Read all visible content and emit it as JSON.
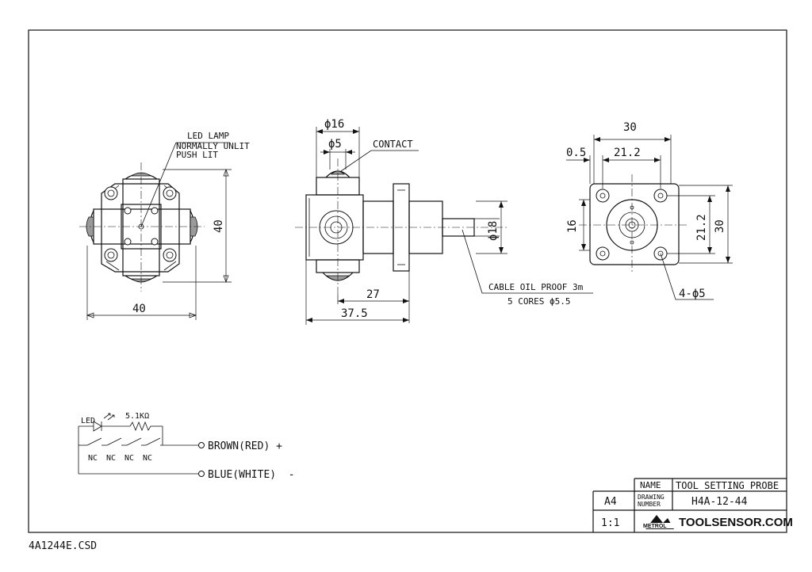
{
  "drawing": {
    "front_view": {
      "note_line1": "LED LAMP",
      "note_line2": "NORMALLY UNLIT",
      "note_line3": "PUSH LIT",
      "width_dim": "40",
      "height_dim": "40"
    },
    "side_view": {
      "dim_top_outer": "ϕ16",
      "dim_top_inner": "ϕ5",
      "contact_label": "CONTACT",
      "dim_right_dia": "ϕ18",
      "dim_27": "27",
      "dim_37_5": "37.5",
      "cable_line1": "CABLE OIL PROOF 3m",
      "cable_line2": "5 CORES ϕ5.5"
    },
    "flange_view": {
      "dim_30_top": "30",
      "dim_0_5": "0.5",
      "dim_21_2_top": "21.2",
      "dim_16": "16",
      "dim_21_2_right": "21.2",
      "dim_30_right": "30",
      "holes_label": "4-ϕ5"
    },
    "circuit": {
      "led_label": "LED",
      "resistor_label": "5.1KΩ",
      "nc_labels": [
        "NC",
        "NC",
        "NC",
        "NC"
      ],
      "brown_label": "BROWN(RED) +",
      "blue_label": "BLUE(WHITE)  -"
    },
    "title_block": {
      "name_label": "NAME",
      "name_value": "TOOL SETTING PROBE",
      "drawing_number_label_1": "DRAWING",
      "drawing_number_label_2": "NUMBER",
      "drawing_number_value": "H4A-12-44",
      "paper_size": "A4",
      "scale": "1:1",
      "logo_text": "METROL",
      "website": "TOOLSENSOR.COM"
    },
    "file_name": "4A1244E.CSD"
  }
}
